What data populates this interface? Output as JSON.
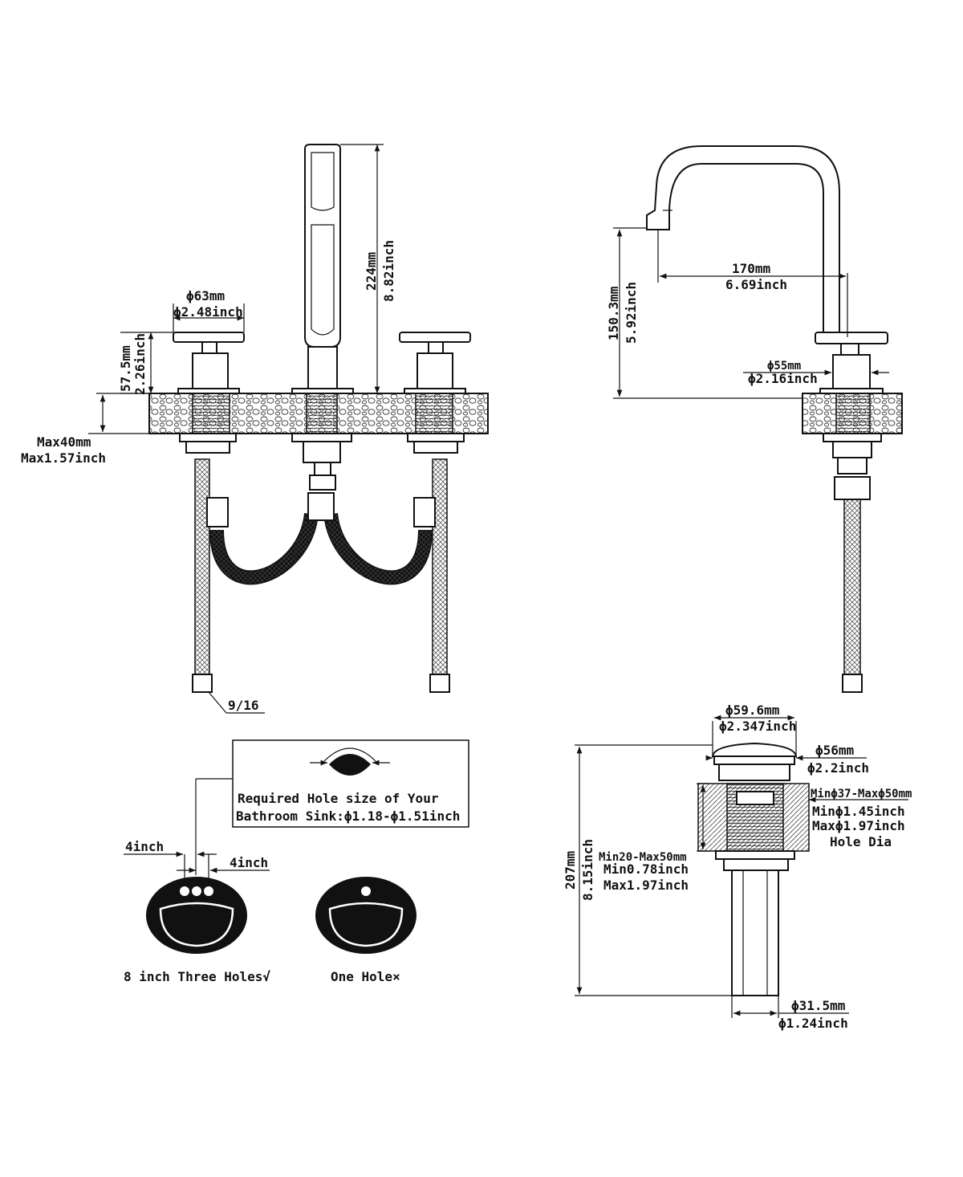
{
  "front_view": {
    "handle_dia_mm": "ϕ63mm",
    "handle_dia_in": "ϕ2.48inch",
    "handle_height_mm": "57.5mm",
    "handle_height_in": "2.26inch",
    "spout_height_mm": "224mm",
    "spout_height_in": "8.82inch",
    "deck_max_mm": "Max40mm",
    "deck_max_in": "Max1.57inch",
    "nut_size": "9/16"
  },
  "side_view": {
    "reach_mm": "170mm",
    "reach_in": "6.69inch",
    "outlet_height_mm": "150.3mm",
    "outlet_height_in": "5.92inch",
    "base_dia_mm": "ϕ55mm",
    "base_dia_in": "ϕ2.16inch"
  },
  "hole_note": {
    "line1": "Required Hole size of Your",
    "line2": "Bathroom Sink:ϕ1.18-ϕ1.51inch"
  },
  "sinks": {
    "spacing_left": "4inch",
    "spacing_right": "4inch",
    "three_holes_caption": "8 inch Three Holes√",
    "one_hole_caption": "One Hole×"
  },
  "drain": {
    "cap_dia_mm": "ϕ59.6mm",
    "cap_dia_in": "ϕ2.347inch",
    "flange_dia_mm": "ϕ56mm",
    "flange_dia_in": "ϕ2.2inch",
    "hole_range_mm": "Minϕ37-Maxϕ50mm",
    "hole_min_in": "Minϕ1.45inch",
    "hole_max_in": "Maxϕ1.97inch",
    "hole_label": "Hole Dia",
    "thick_range_mm": "Min20-Max50mm",
    "thick_min_in": "Min0.78inch",
    "thick_max_in": "Max1.97inch",
    "height_mm": "207mm",
    "height_in": "8.15inch",
    "tail_dia_mm": "ϕ31.5mm",
    "tail_dia_in": "ϕ1.24inch"
  }
}
